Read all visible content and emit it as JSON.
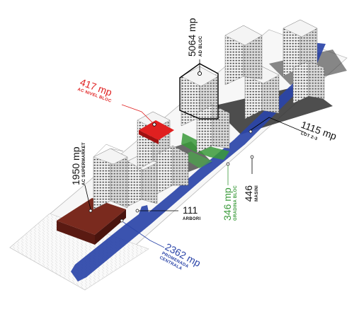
{
  "labels": {
    "bloc_area": "5064 mp",
    "bloc_caption": "AD BLOC",
    "ac_nivel_area": "417 mp",
    "ac_nivel_caption": "AC NIVEL BLOC",
    "supermarket_area": "1950 mp",
    "supermarket_caption": "AC SUPERMARKET",
    "lot_area": "1115 mp",
    "lot_caption": "LOT 2-3",
    "masini_count": "446",
    "masini_caption": "MASINI",
    "gradina_area": "346 mp",
    "gradina_caption": "GRADINA BLOC",
    "arbori_count": "111",
    "arbori_caption": "ARBORI",
    "promenada_area": "2362 mp",
    "promenada_caption_1": "PROMENADA",
    "promenada_caption_2": "CENTRALA"
  },
  "colors": {
    "promenade": "#2a44a8",
    "ac_level": "#e02020",
    "garden": "#3a9a3a",
    "supermarket": "#7a2a1e",
    "building": "#e8e8e8",
    "shadow": "#2a2a2a",
    "outline": "#000000"
  }
}
